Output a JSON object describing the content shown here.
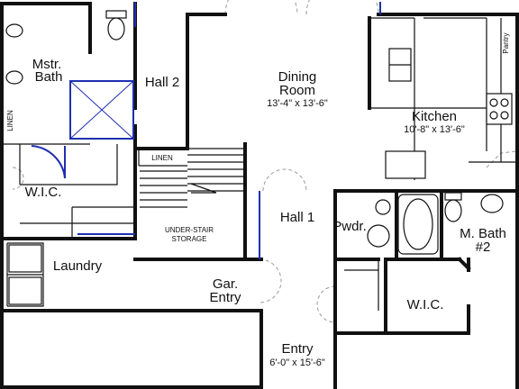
{
  "rooms": {
    "mstr_bath": {
      "line1": "Mstr.",
      "line2": "Bath"
    },
    "hall2": {
      "label": "Hall 2"
    },
    "dining": {
      "line1": "Dining",
      "line2": "Room",
      "dims": "13'-4\" x 13'-6\""
    },
    "kitchen": {
      "label": "Kitchen",
      "dims": "10'-8\" x 13'-6\""
    },
    "pantry": {
      "label": "Pantry"
    },
    "linen_left": {
      "label": "LINEN"
    },
    "linen_center": {
      "label": "LINEN"
    },
    "wic_master": {
      "label": "W.I.C."
    },
    "under_stair": {
      "line1": "UNDER-STAIR",
      "line2": "STORAGE"
    },
    "hall1": {
      "label": "Hall 1"
    },
    "powder": {
      "label": "Pwdr."
    },
    "m_bath2": {
      "line1": "M. Bath",
      "line2": "#2"
    },
    "laundry": {
      "label": "Laundry"
    },
    "gar_entry": {
      "line1": "Gar.",
      "line2": "Entry"
    },
    "wic_two": {
      "label": "W.I.C."
    },
    "entry": {
      "label": "Entry",
      "dims": "6'-0\" x 15'-6\""
    }
  },
  "colors": {
    "accent": "#1f2fb0",
    "walls": "#111111",
    "swing_arcs": "#9a9a9a"
  }
}
